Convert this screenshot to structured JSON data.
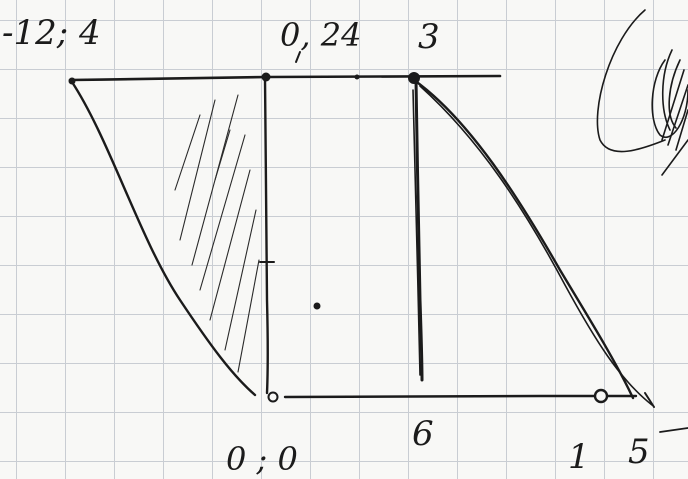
{
  "labels": {
    "top_left": "-12; 4",
    "top_middle": "0, 24",
    "top_right": "3",
    "bottom_origin": "0 ; 0",
    "bottom_middle": "6",
    "bottom_right_1": "1",
    "bottom_right_2": "5"
  },
  "colors": {
    "ink": "#1b1b1b",
    "grid": "#c9cdd3",
    "paper": "#f8f8f6"
  }
}
